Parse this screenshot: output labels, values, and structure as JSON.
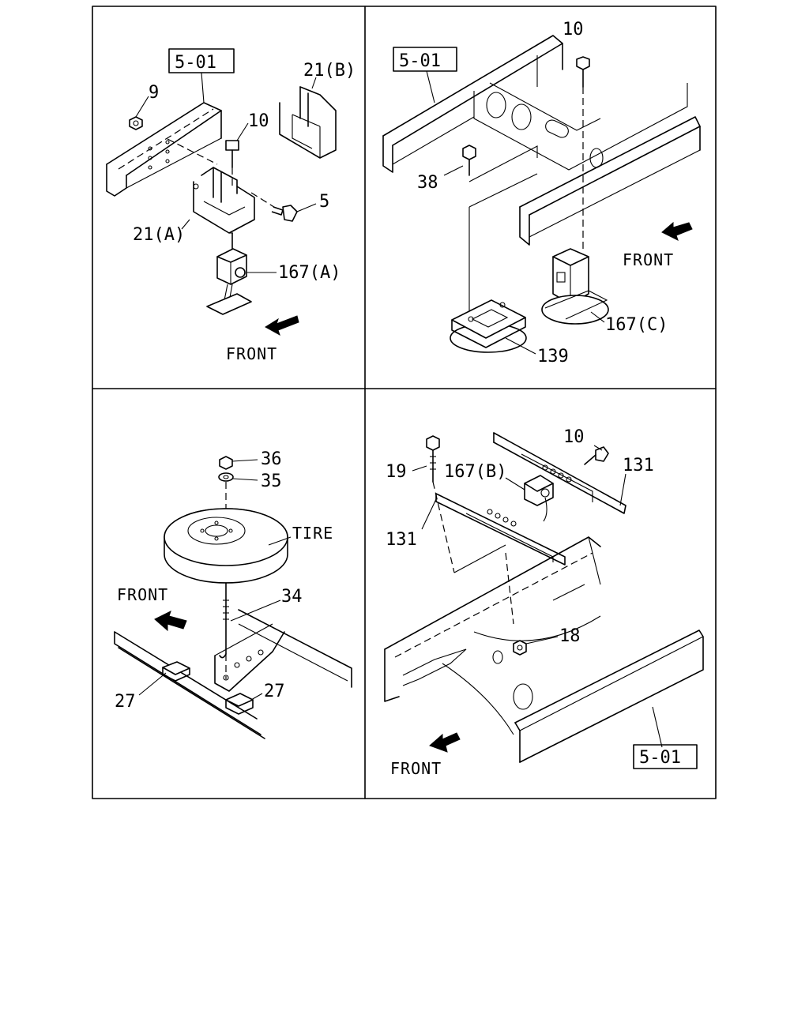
{
  "panel_tl": {
    "ref": "5-01",
    "callouts": [
      "9",
      "10",
      "21(B)",
      "5",
      "21(A)",
      "167(A)"
    ],
    "front": "FRONT"
  },
  "panel_tr": {
    "ref": "5-01",
    "callouts": [
      "10",
      "38",
      "167(C)",
      "139"
    ],
    "front": "FRONT"
  },
  "panel_bl": {
    "callouts": [
      "36",
      "35",
      "TIRE",
      "34",
      "27",
      "27"
    ],
    "front": "FRONT"
  },
  "panel_br": {
    "ref": "5-01",
    "callouts": [
      "10",
      "131",
      "19",
      "167(B)",
      "131",
      "18"
    ],
    "front": "FRONT"
  }
}
